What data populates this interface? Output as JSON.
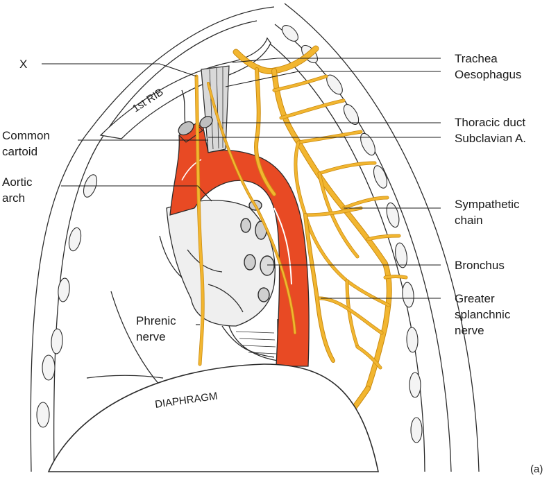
{
  "colors": {
    "aorta": "#e84a24",
    "nerve": "#f2b630",
    "outline": "#2b2b2b",
    "background": "#ffffff"
  },
  "structures": {
    "rib": "1st RIB",
    "diaphragm": "DIAPHRAGM"
  },
  "labels_left": {
    "x": "X",
    "common_carotid_line1": "Common",
    "common_carotid_line2": "cartoid",
    "aortic_arch_line1": "Aortic",
    "aortic_arch_line2": "arch",
    "phrenic_line1": "Phrenic",
    "phrenic_line2": "nerve"
  },
  "labels_right": {
    "trachea": "Trachea",
    "oesophagus": "Oesophagus",
    "thoracic_duct": "Thoracic duct",
    "subclavian": "Subclavian A.",
    "sympathetic_line1": "Sympathetic",
    "sympathetic_line2": "chain",
    "bronchus": "Bronchus",
    "splanchnic_line1": "Greater",
    "splanchnic_line2": "splanchnic",
    "splanchnic_line3": "nerve"
  },
  "figure_tag": "(a)"
}
